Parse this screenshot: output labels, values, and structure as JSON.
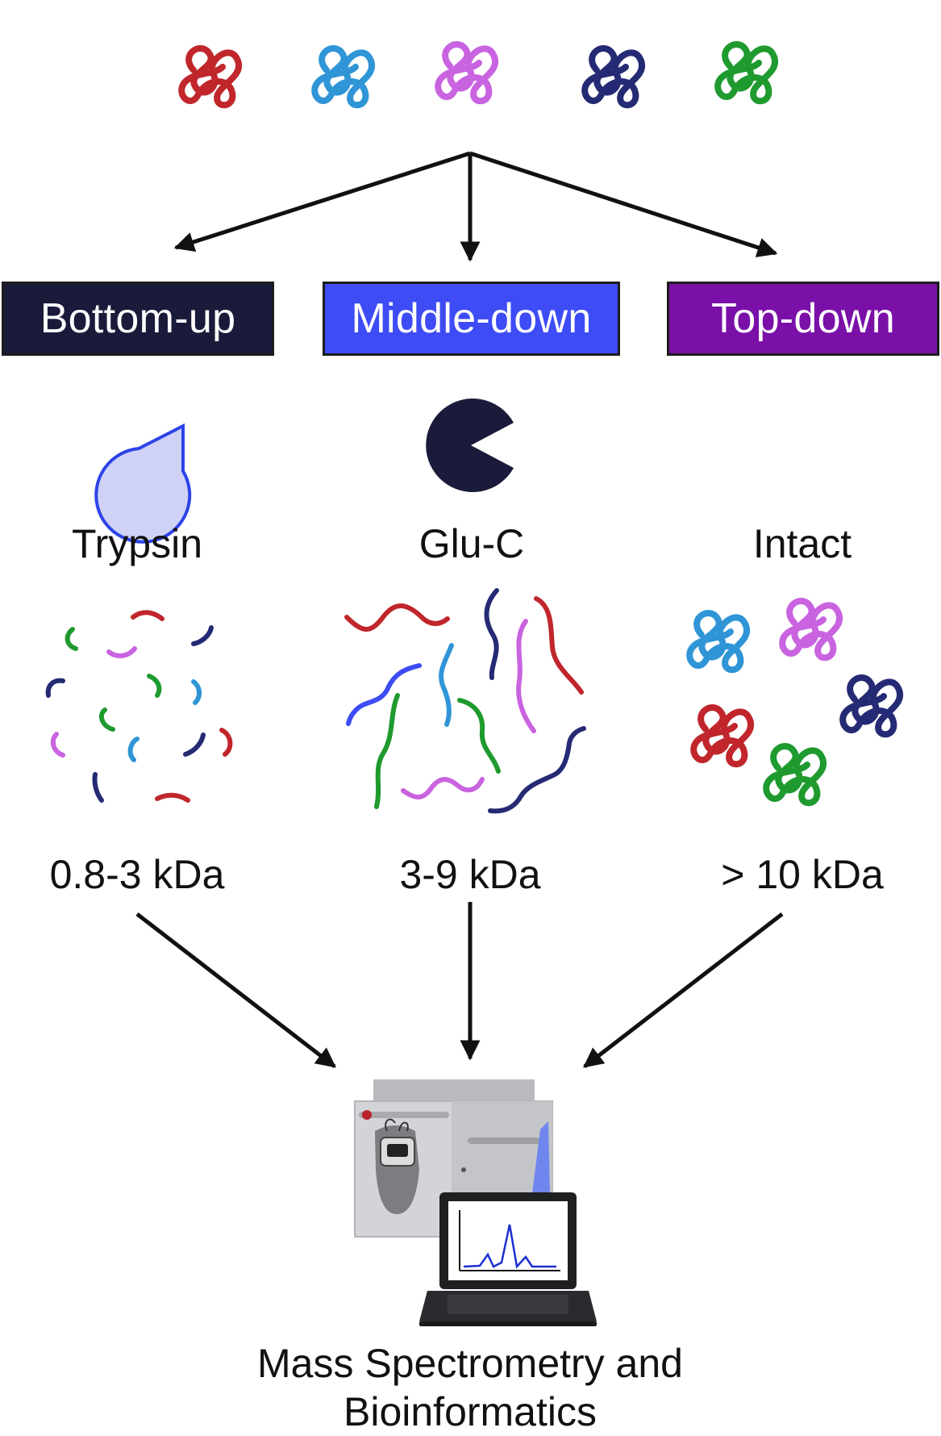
{
  "methods": [
    {
      "label": "Bottom-up",
      "color": "#1a1a3a"
    },
    {
      "label": "Middle-down",
      "color": "#3d4cf5"
    },
    {
      "label": "Top-down",
      "color": "#7a10a8"
    }
  ],
  "enzymes": [
    {
      "name": "Trypsin",
      "color": "#cfd2f5",
      "outline": "#2c44e8"
    },
    {
      "name": "Glu-C",
      "color": "#1a1a3a",
      "outline": "#1a1a3a"
    },
    {
      "name": "Intact"
    }
  ],
  "mass_ranges": [
    "0.8-3 kDa",
    "3-9 kDa",
    "> 10 kDa"
  ],
  "footer": {
    "line1": "Mass Spectrometry and",
    "line2": "Bioinformatics"
  },
  "colors": {
    "protein_red": "#c0262b",
    "protein_lightblue": "#2f95d6",
    "protein_magenta": "#c963e0",
    "protein_navy": "#252a74",
    "protein_green": "#1f9a2f",
    "arrow": "#111111"
  },
  "icons": [
    "protein-coil-icon",
    "enzyme-pacman-icon",
    "mass-spectrometer-icon",
    "laptop-spectrum-icon"
  ]
}
